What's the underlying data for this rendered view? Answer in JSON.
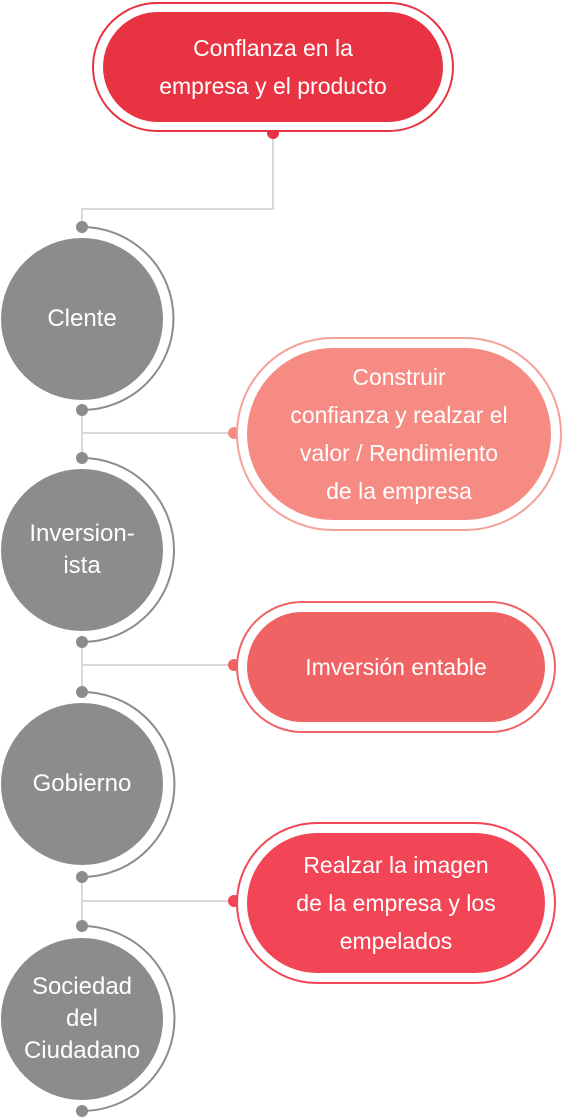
{
  "top_node": {
    "lines": [
      "Conflanza en la",
      "empresa y el producto"
    ],
    "color": "#e83343",
    "ring_color": "#e83343"
  },
  "stakeholders": [
    {
      "lines": [
        "Clente"
      ]
    },
    {
      "lines": [
        "Inversion-",
        "ista"
      ]
    },
    {
      "lines": [
        "Gobierno"
      ]
    },
    {
      "lines": [
        "Sociedad",
        "del",
        "Ciudadano"
      ]
    }
  ],
  "benefits": [
    {
      "lines": [
        "Construir",
        "confianza y realzar el",
        "valor / Rendimiento",
        "de la empresa"
      ],
      "color": "#f68b84",
      "ring_color": "#f4a19b"
    },
    {
      "lines": [
        "Imversión entable"
      ],
      "color": "#ef6364",
      "ring_color": "#ef6364"
    },
    {
      "lines": [
        "Realzar la imagen",
        "de la empresa y los",
        "empelados"
      ],
      "color": "#f24556",
      "ring_color": "#f24556"
    }
  ],
  "colors": {
    "circle": "#8c8c8c",
    "connector": "#d9d9d9",
    "dot_gray": "#8c8c8c"
  }
}
